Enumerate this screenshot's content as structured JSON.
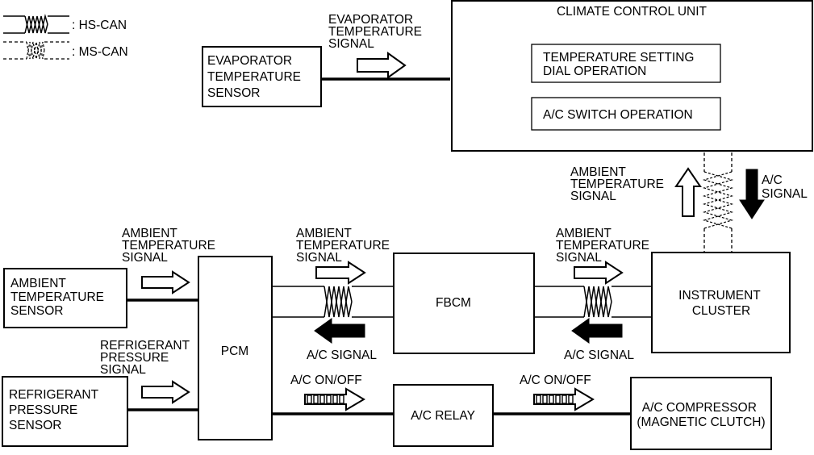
{
  "legend": {
    "hs_can": ": HS-CAN",
    "ms_can": ": MS-CAN"
  },
  "blocks": {
    "evap_sensor": [
      "EVAPORATOR",
      "TEMPERATURE",
      "SENSOR"
    ],
    "climate_control_unit": "CLIMATE CONTROL UNIT",
    "temp_setting_dial": [
      "TEMPERATURE  SETTING",
      "DIAL OPERATION"
    ],
    "ac_switch": "A/C SWITCH OPERATION",
    "ambient_sensor": [
      "AMBIENT",
      "TEMPERATURE",
      "SENSOR"
    ],
    "refrigerant_sensor": [
      "REFRIGERANT",
      "PRESSURE",
      "SENSOR"
    ],
    "pcm": "PCM",
    "fbcm": "FBCM",
    "instrument_cluster": [
      "INSTRUMENT",
      "CLUSTER"
    ],
    "ac_relay": "A/C RELAY",
    "ac_compressor": [
      "A/C COMPRESSOR",
      "(MAGNETIC CLUTCH)"
    ]
  },
  "signals": {
    "evap_temp_signal": [
      "EVAPORATOR",
      "TEMPERATURE",
      "SIGNAL"
    ],
    "ambient_to_ccu": [
      "AMBIENT",
      "TEMPERATURE",
      "SIGNAL"
    ],
    "ac_signal_from_ccu": [
      "A/C",
      "SIGNAL"
    ],
    "ambient_to_pcm": [
      "AMBIENT",
      "TEMPERATURE",
      "SIGNAL"
    ],
    "ambient_pcm_fbcm": [
      "AMBIENT",
      "TEMPERATURE",
      "SIGNAL"
    ],
    "ambient_fbcm_ic": [
      "AMBIENT",
      "TEMPERATURE",
      "SIGNAL"
    ],
    "refrigerant_pressure_signal": [
      "REFRIGERANT",
      "PRESSURE",
      "SIGNAL"
    ],
    "ac_signal_fbcm_pcm": "A/C SIGNAL",
    "ac_signal_ic_fbcm": "A/C SIGNAL",
    "ac_onoff_pcm_relay": "A/C ON/OFF",
    "ac_onoff_relay_comp": "A/C ON/OFF"
  }
}
